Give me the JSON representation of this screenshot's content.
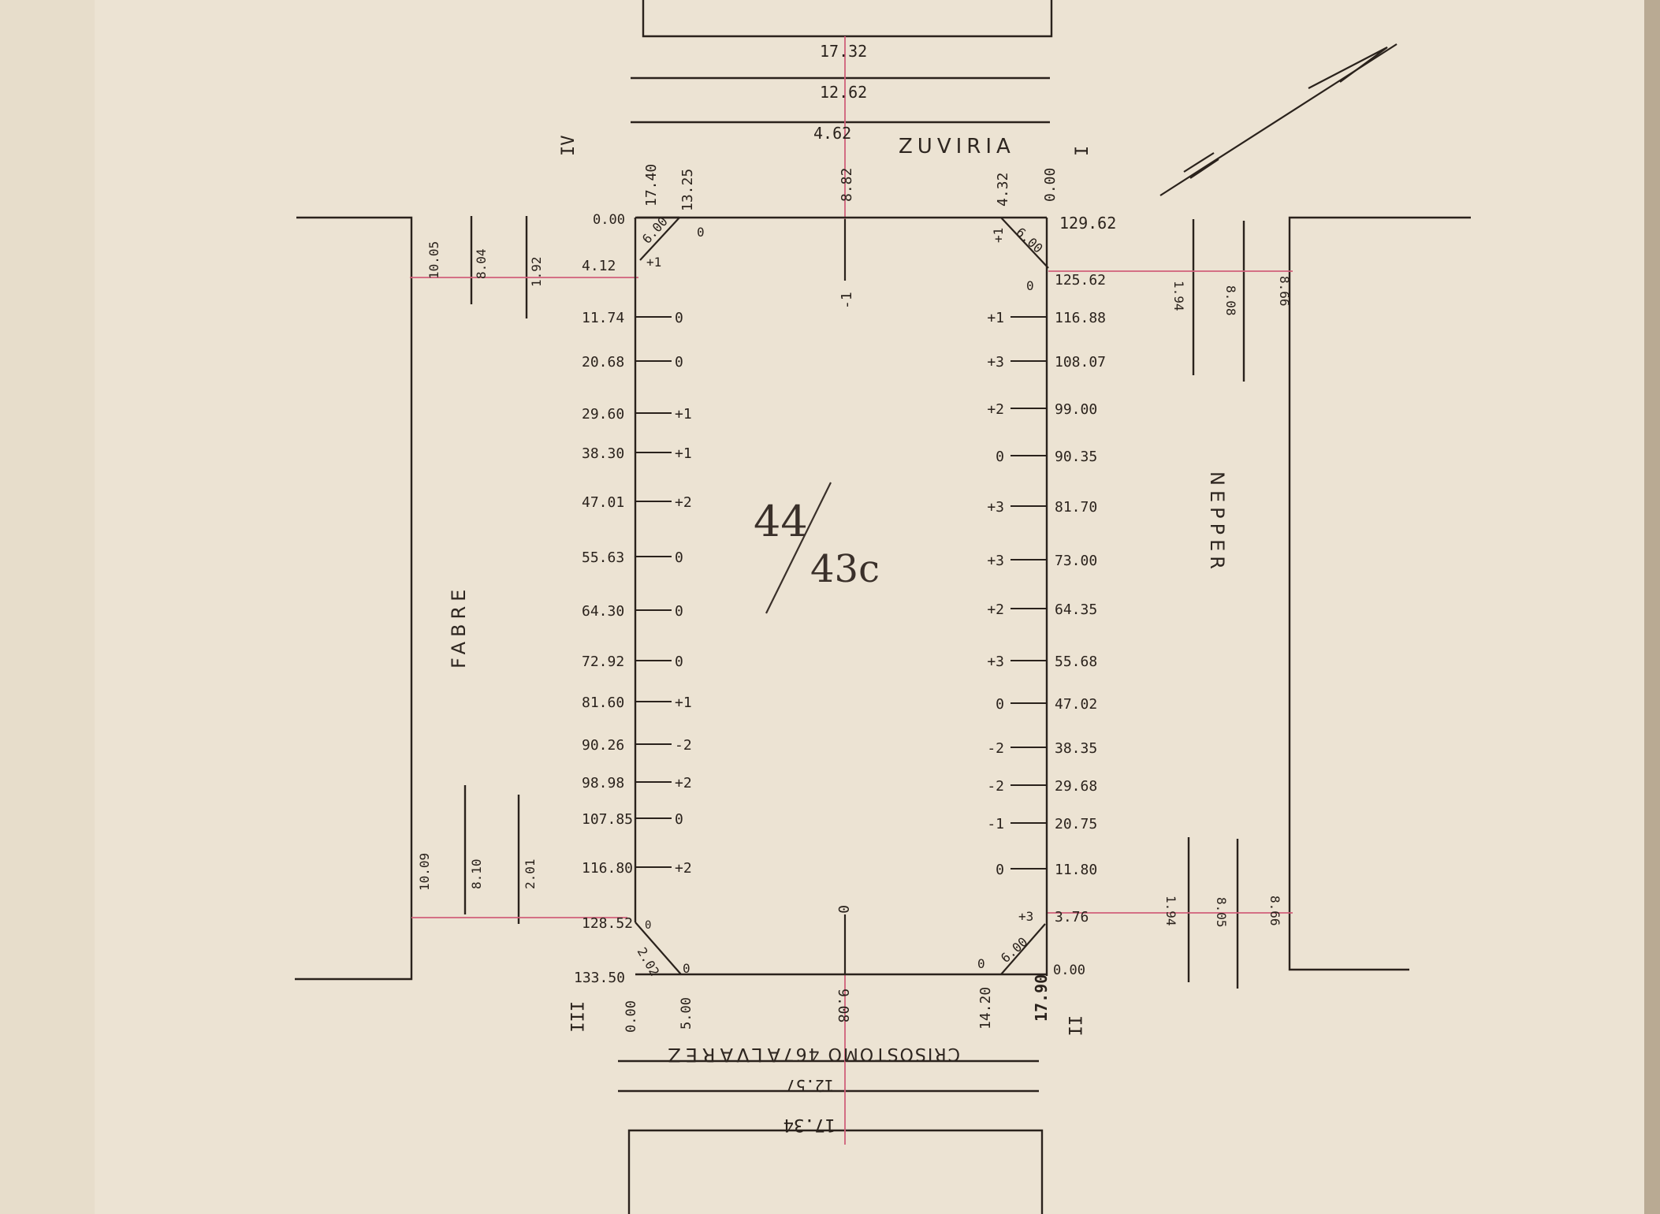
{
  "streets": {
    "north": "ZUVIRIA",
    "east": "NEPPER",
    "west": "FABRE",
    "south": "ALVAREZ",
    "south_prefix": "CRISOSTOMO 467"
  },
  "block_id": {
    "numerator": "44",
    "denominator": "43c"
  },
  "corners": {
    "ne": "I",
    "se": "II",
    "sw": "III",
    "nw": "IV"
  },
  "north_widths": [
    "17.32",
    "12.62",
    "4.62"
  ],
  "north_center": {
    "dist": "8.82",
    "level": "-1"
  },
  "south_widths": [
    "12.57",
    "17.34"
  ],
  "south_center": {
    "dist": "9.08",
    "level": "0"
  },
  "nw_corner": {
    "top_a": "17.40",
    "top_b": "13.25",
    "top_c": "0",
    "chamfer": "6.00",
    "start": "0.00",
    "level": "+1"
  },
  "ne_corner": {
    "top_a": "4.32",
    "top_b": "0.00",
    "chamfer": "6.00",
    "level_top": "+1",
    "start": "129.62",
    "level": "0"
  },
  "se_corner": {
    "chamfer": "6.00",
    "level_a": "0",
    "start": "0.00",
    "bottom_a": "14.20",
    "bottom_b": "17.90",
    "level": "+3"
  },
  "sw_corner": {
    "chamfer": "2.02",
    "level_a": "0",
    "level_b": "0",
    "start": "133.50",
    "bottom_a": "0.00",
    "bottom_b": "5.00"
  },
  "west_measure": {
    "top": [
      "10.05",
      "8.04",
      "1.92"
    ],
    "bottom": [
      "10.09",
      "8.10",
      "2.01"
    ]
  },
  "east_measure": {
    "top": [
      "1.94",
      "8.08",
      "8.66"
    ],
    "bottom": [
      "1.94",
      "8.05",
      "8.66"
    ]
  },
  "west_stations": [
    {
      "dist": "4.12",
      "level": "+1"
    },
    {
      "dist": "11.74",
      "level": "0"
    },
    {
      "dist": "20.68",
      "level": "0"
    },
    {
      "dist": "29.60",
      "level": "+1"
    },
    {
      "dist": "38.30",
      "level": "+1"
    },
    {
      "dist": "47.01",
      "level": "+2"
    },
    {
      "dist": "55.63",
      "level": "0"
    },
    {
      "dist": "64.30",
      "level": "0"
    },
    {
      "dist": "72.92",
      "level": "0"
    },
    {
      "dist": "81.60",
      "level": "+1"
    },
    {
      "dist": "90.26",
      "level": "-2"
    },
    {
      "dist": "98.98",
      "level": "+2"
    },
    {
      "dist": "107.85",
      "level": "0"
    },
    {
      "dist": "116.80",
      "level": "+2"
    },
    {
      "dist": "128.52",
      "level": "0"
    }
  ],
  "east_stations": [
    {
      "dist": "125.62",
      "level": "0"
    },
    {
      "dist": "116.88",
      "level": "+1"
    },
    {
      "dist": "108.07",
      "level": "+3"
    },
    {
      "dist": "99.00",
      "level": "+2"
    },
    {
      "dist": "90.35",
      "level": "0"
    },
    {
      "dist": "81.70",
      "level": "+3"
    },
    {
      "dist": "73.00",
      "level": "+3"
    },
    {
      "dist": "64.35",
      "level": "+2"
    },
    {
      "dist": "55.68",
      "level": "+3"
    },
    {
      "dist": "47.02",
      "level": "0"
    },
    {
      "dist": "38.35",
      "level": "-2"
    },
    {
      "dist": "29.68",
      "level": "-2"
    },
    {
      "dist": "20.75",
      "level": "-1"
    },
    {
      "dist": "11.80",
      "level": "0"
    },
    {
      "dist": "3.76",
      "level": "+3"
    }
  ]
}
